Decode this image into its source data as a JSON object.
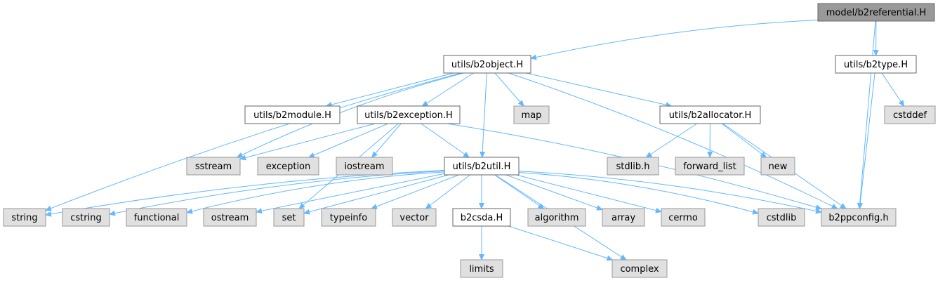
{
  "colors": {
    "edge": "#63b8ff",
    "root_fill": "#999999",
    "internal_fill": "#ffffff",
    "external_fill": "#e0e0e0",
    "internal_border": "#666666",
    "external_border": "#999999",
    "text": "#000000"
  },
  "nodes": [
    {
      "id": "b2referential",
      "label": "model/b2referential.H",
      "kind": "root"
    },
    {
      "id": "b2object",
      "label": "utils/b2object.H",
      "kind": "internal"
    },
    {
      "id": "b2type",
      "label": "utils/b2type.H",
      "kind": "internal"
    },
    {
      "id": "b2module",
      "label": "utils/b2module.H",
      "kind": "internal"
    },
    {
      "id": "b2exception",
      "label": "utils/b2exception.H",
      "kind": "internal"
    },
    {
      "id": "map",
      "label": "map",
      "kind": "external"
    },
    {
      "id": "b2allocator",
      "label": "utils/b2allocator.H",
      "kind": "internal"
    },
    {
      "id": "cstddef",
      "label": "cstddef",
      "kind": "external"
    },
    {
      "id": "sstream",
      "label": "sstream",
      "kind": "external"
    },
    {
      "id": "exception",
      "label": "exception",
      "kind": "external"
    },
    {
      "id": "iostream",
      "label": "iostream",
      "kind": "external"
    },
    {
      "id": "b2util",
      "label": "utils/b2util.H",
      "kind": "internal"
    },
    {
      "id": "stdlib",
      "label": "stdlib.h",
      "kind": "external"
    },
    {
      "id": "forward_list",
      "label": "forward_list",
      "kind": "external"
    },
    {
      "id": "new",
      "label": "new",
      "kind": "external"
    },
    {
      "id": "string",
      "label": "string",
      "kind": "external"
    },
    {
      "id": "cstring",
      "label": "cstring",
      "kind": "external"
    },
    {
      "id": "functional",
      "label": "functional",
      "kind": "external"
    },
    {
      "id": "ostream",
      "label": "ostream",
      "kind": "external"
    },
    {
      "id": "set",
      "label": "set",
      "kind": "external"
    },
    {
      "id": "typeinfo",
      "label": "typeinfo",
      "kind": "external"
    },
    {
      "id": "vector",
      "label": "vector",
      "kind": "external"
    },
    {
      "id": "b2csda",
      "label": "b2csda.H",
      "kind": "internal"
    },
    {
      "id": "algorithm",
      "label": "algorithm",
      "kind": "external"
    },
    {
      "id": "array",
      "label": "array",
      "kind": "external"
    },
    {
      "id": "cerrno",
      "label": "cerrno",
      "kind": "external"
    },
    {
      "id": "cstdlib",
      "label": "cstdlib",
      "kind": "external"
    },
    {
      "id": "b2ppconfig",
      "label": "b2ppconfig.h",
      "kind": "external"
    },
    {
      "id": "limits",
      "label": "limits",
      "kind": "external"
    },
    {
      "id": "complex",
      "label": "complex",
      "kind": "external"
    }
  ],
  "edges": [
    [
      "b2referential",
      "b2object"
    ],
    [
      "b2referential",
      "b2type"
    ],
    [
      "b2referential",
      "b2ppconfig"
    ],
    [
      "b2object",
      "string"
    ],
    [
      "b2object",
      "sstream"
    ],
    [
      "b2object",
      "b2module"
    ],
    [
      "b2object",
      "b2exception"
    ],
    [
      "b2object",
      "b2util"
    ],
    [
      "b2object",
      "map"
    ],
    [
      "b2object",
      "b2allocator"
    ],
    [
      "b2object",
      "b2ppconfig"
    ],
    [
      "b2type",
      "cstddef"
    ],
    [
      "b2type",
      "b2ppconfig"
    ],
    [
      "b2exception",
      "sstream"
    ],
    [
      "b2exception",
      "exception"
    ],
    [
      "b2exception",
      "iostream"
    ],
    [
      "b2exception",
      "b2util"
    ],
    [
      "b2exception",
      "set"
    ],
    [
      "b2exception",
      "b2ppconfig"
    ],
    [
      "b2allocator",
      "stdlib"
    ],
    [
      "b2allocator",
      "forward_list"
    ],
    [
      "b2allocator",
      "new"
    ],
    [
      "b2allocator",
      "b2ppconfig"
    ],
    [
      "b2util",
      "string"
    ],
    [
      "b2util",
      "cstring"
    ],
    [
      "b2util",
      "functional"
    ],
    [
      "b2util",
      "ostream"
    ],
    [
      "b2util",
      "set"
    ],
    [
      "b2util",
      "typeinfo"
    ],
    [
      "b2util",
      "vector"
    ],
    [
      "b2util",
      "b2csda"
    ],
    [
      "b2util",
      "algorithm"
    ],
    [
      "b2util",
      "array"
    ],
    [
      "b2util",
      "cerrno"
    ],
    [
      "b2util",
      "cstdlib"
    ],
    [
      "b2util",
      "b2ppconfig"
    ],
    [
      "b2util",
      "complex"
    ],
    [
      "b2csda",
      "limits"
    ],
    [
      "b2csda",
      "complex"
    ]
  ]
}
